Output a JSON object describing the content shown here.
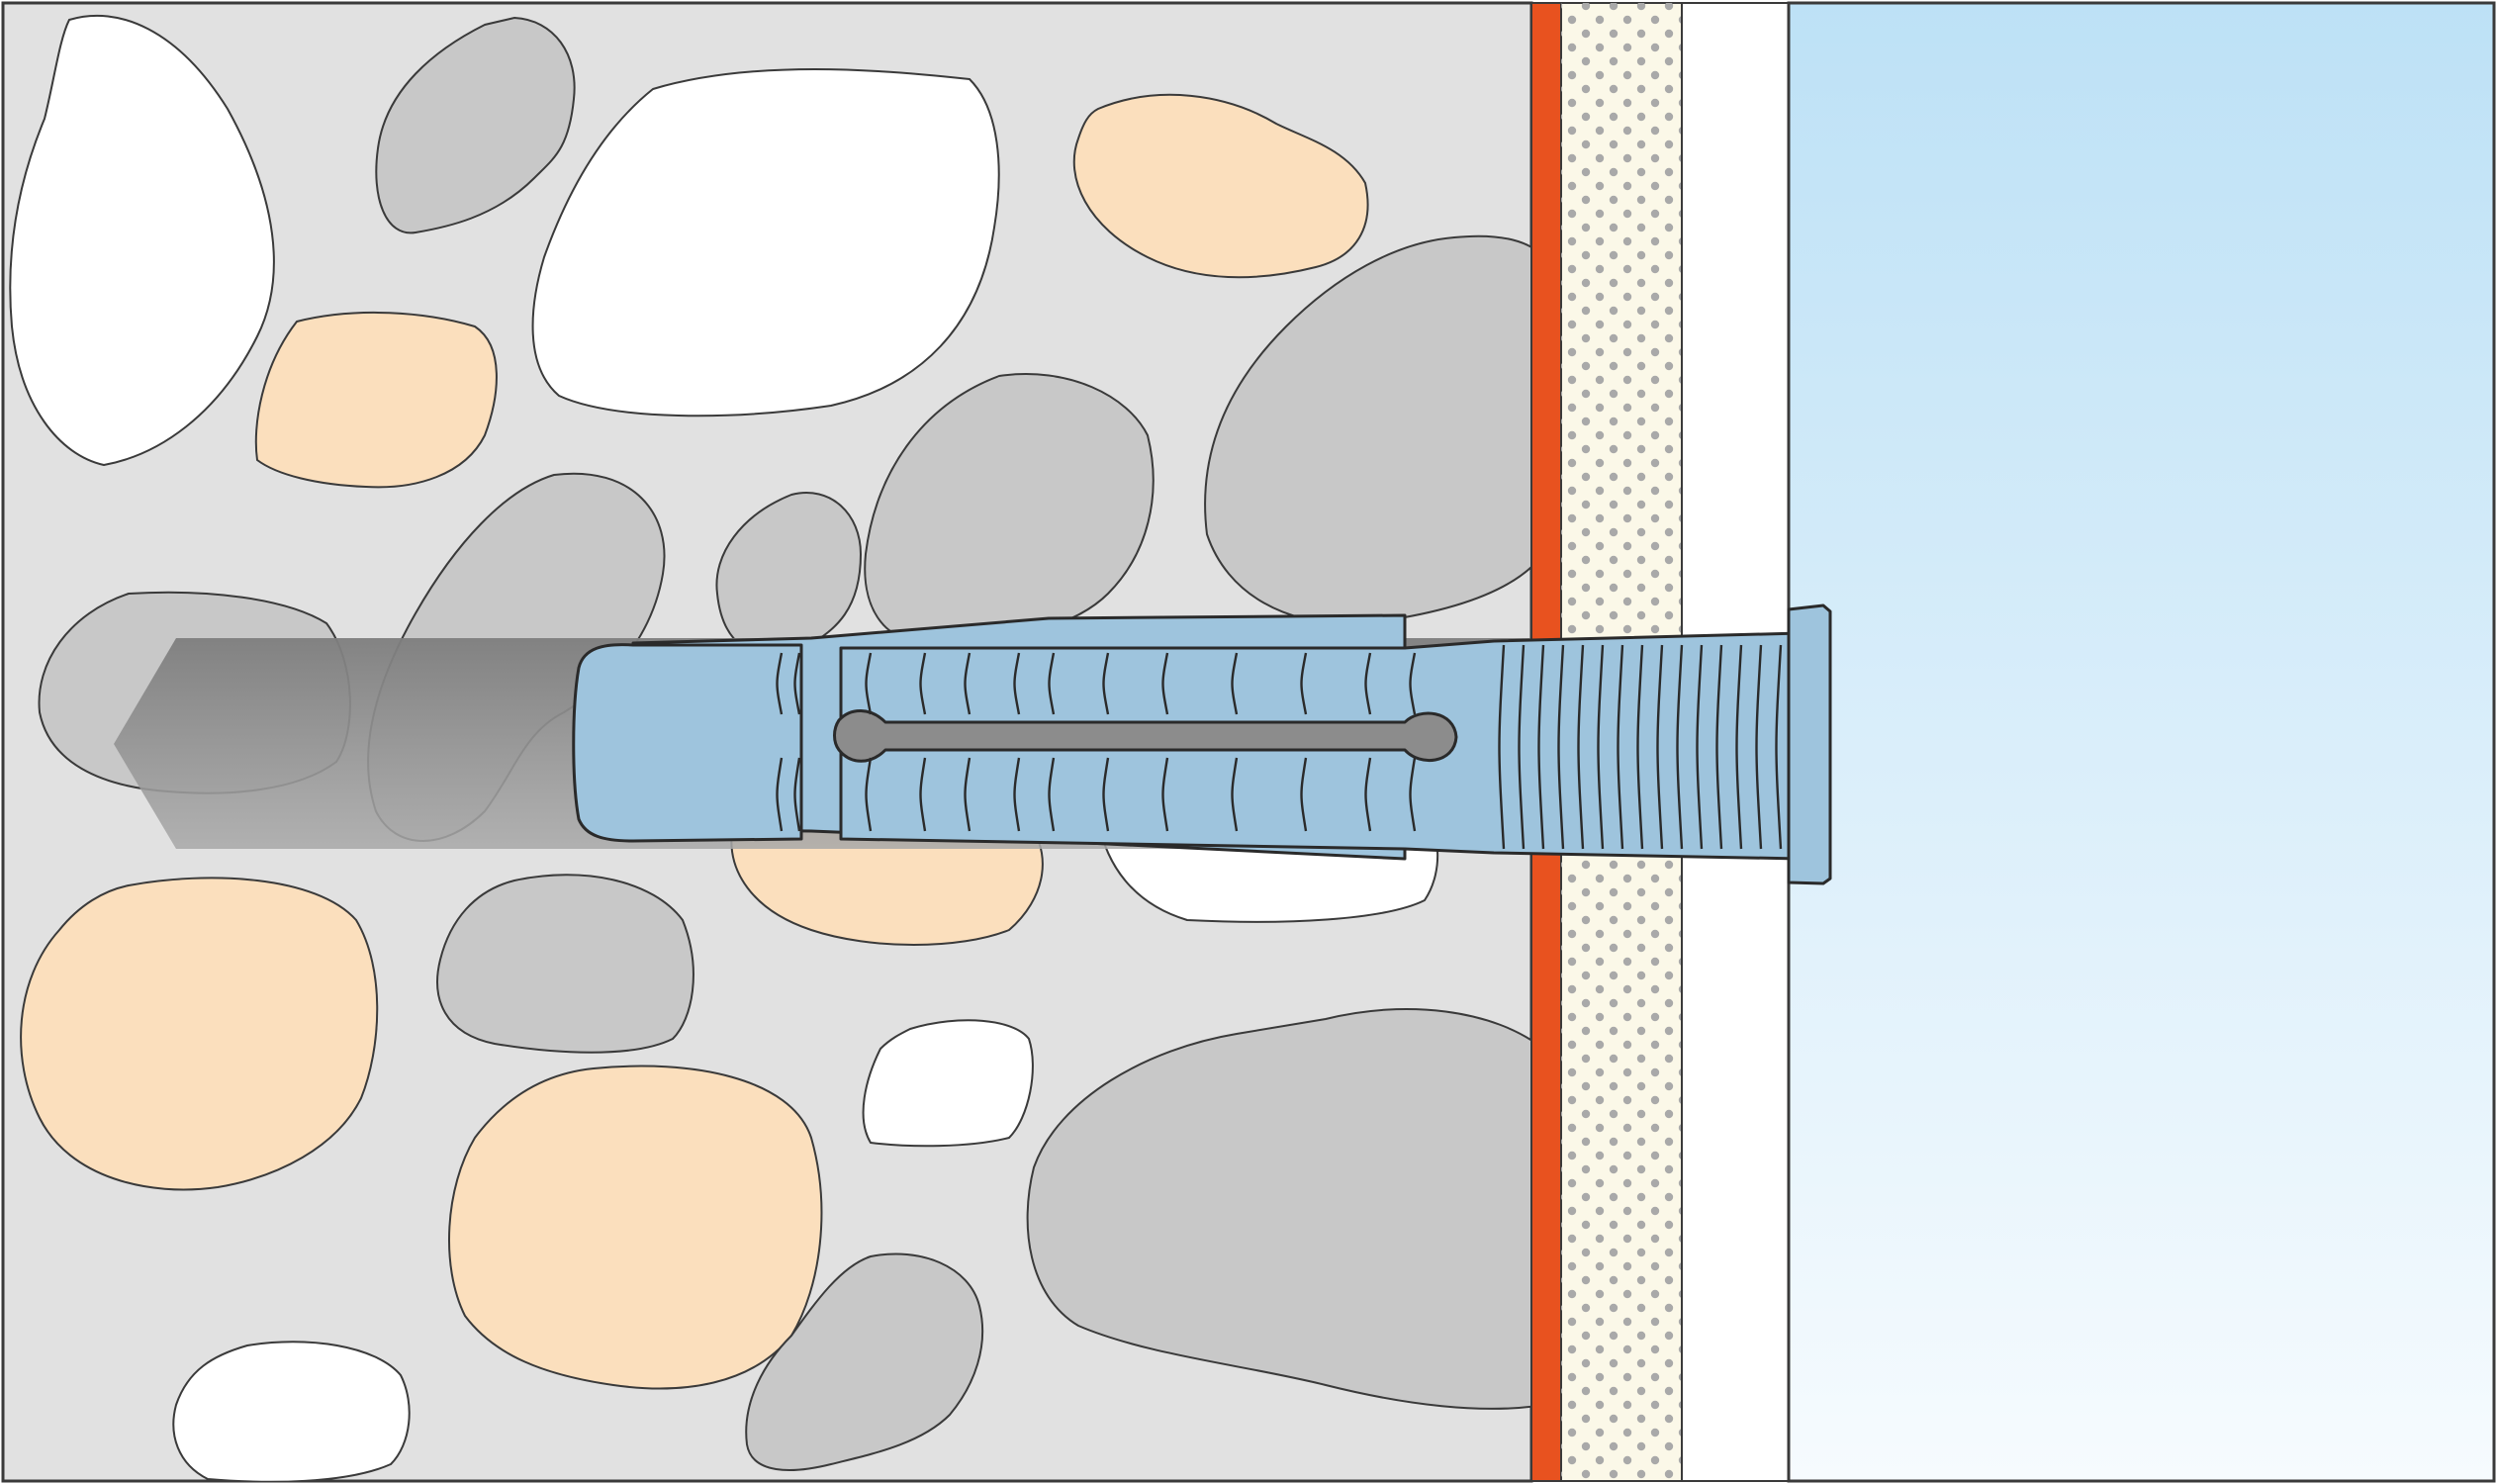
{
  "figure": {
    "subject": "anchor-installation-cross-section",
    "layers": [
      "concrete-base",
      "adhesive-layer",
      "plaster-layer",
      "gap",
      "attached-fixture"
    ],
    "components": [
      "drill-hole",
      "plastic-wall-plug",
      "plug-collar"
    ],
    "text": []
  },
  "colors": {
    "concrete": "#e1e1e1",
    "stone_white": "#ffffff",
    "stone_beige": "#fbdfbd",
    "stone_grey": "#c8c8c8",
    "outline": "#3a3a3a",
    "adhesive": "#e8521f",
    "plaster": "#fbf8e8",
    "plaster_dots": "#a9a9a9",
    "fixture_top": "#bde1f6",
    "fixture_bottom": "#f6fbfe",
    "plug": "#9ec4dd",
    "plug_outline": "#2a2a2a",
    "drill_hole": "#8c8c8c"
  }
}
